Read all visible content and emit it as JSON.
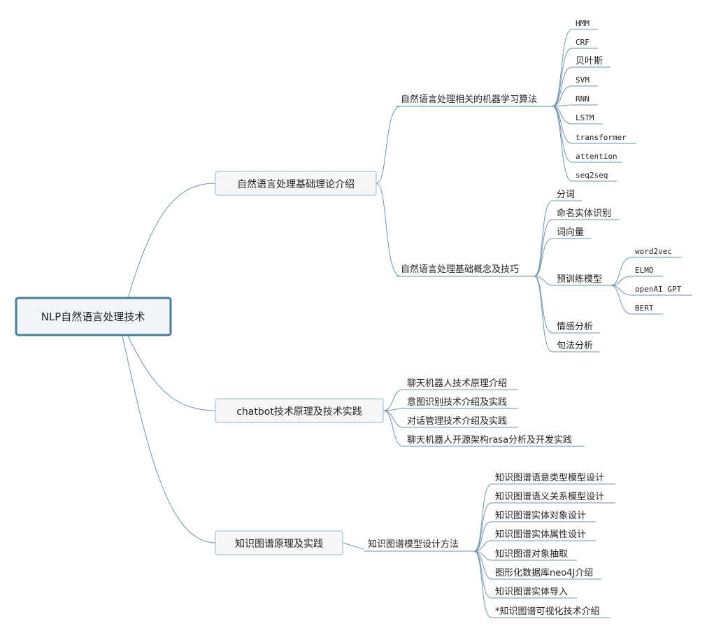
{
  "root": {
    "label": "NLP自然语言处理技术"
  },
  "branches": [
    {
      "label": "自然语言处理基础理论介绍",
      "children": [
        {
          "label": "自然语言处理相关的机器学习算法",
          "children": [
            {
              "label": "HMM"
            },
            {
              "label": "CRF"
            },
            {
              "label": "贝叶斯"
            },
            {
              "label": "SVM"
            },
            {
              "label": "RNN"
            },
            {
              "label": "LSTM"
            },
            {
              "label": "transformer"
            },
            {
              "label": "attention"
            },
            {
              "label": "seq2seq"
            }
          ]
        },
        {
          "label": "自然语言处理基础概念及技巧",
          "children": [
            {
              "label": "分词"
            },
            {
              "label": "命名实体识别"
            },
            {
              "label": "词向量"
            },
            {
              "label": "预训练模型",
              "children": [
                {
                  "label": "word2vec"
                },
                {
                  "label": "ELMO"
                },
                {
                  "label": "openAI GPT"
                },
                {
                  "label": "BERT"
                }
              ]
            },
            {
              "label": "情感分析"
            },
            {
              "label": "句法分析"
            }
          ]
        }
      ]
    },
    {
      "label": "chatbot技术原理及技术实践",
      "children": [
        {
          "label": "聊天机器人技术原理介绍"
        },
        {
          "label": "意图识别技术介绍及实践"
        },
        {
          "label": "对话管理技术介绍及实践"
        },
        {
          "label": "聊天机器人开源架构rasa分析及开发实践"
        }
      ]
    },
    {
      "label": "知识图谱原理及实践",
      "children": [
        {
          "label": "知识图谱模型设计方法",
          "children": [
            {
              "label": "知识图谱语意类型模型设计"
            },
            {
              "label": "知识图谱语义关系模型设计"
            },
            {
              "label": "知识图谱实体对象设计"
            },
            {
              "label": "知识图谱实体属性设计"
            },
            {
              "label": "知识图谱对象抽取"
            },
            {
              "label": "图形化数据库neo4J介绍"
            },
            {
              "label": "知识图谱实体导入"
            },
            {
              "label": "*知识图谱可视化技术介绍"
            }
          ]
        }
      ]
    }
  ]
}
